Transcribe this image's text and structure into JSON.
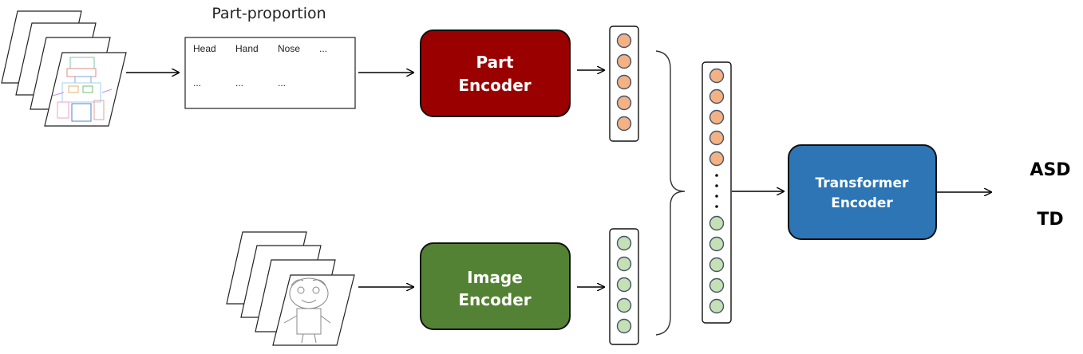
{
  "part_proportion": {
    "title": "Part-proportion",
    "table": {
      "headers": [
        "Head",
        "Hand",
        "Nose",
        "..."
      ],
      "row": [
        "...",
        "...",
        "..."
      ]
    }
  },
  "encoders": {
    "part": {
      "line1": "Part",
      "line2": "Encoder",
      "color": "#9b0000"
    },
    "image": {
      "line1": "Image",
      "line2": "Encoder",
      "color": "#548235"
    },
    "transformer": {
      "line1": "Transformer",
      "line2": "Encoder",
      "color": "#2e75b6"
    }
  },
  "feature_colors": {
    "part_token": "#f4b183",
    "image_token": "#c5e0b4"
  },
  "outputs": {
    "class_1": "ASD",
    "class_2": "TD"
  }
}
